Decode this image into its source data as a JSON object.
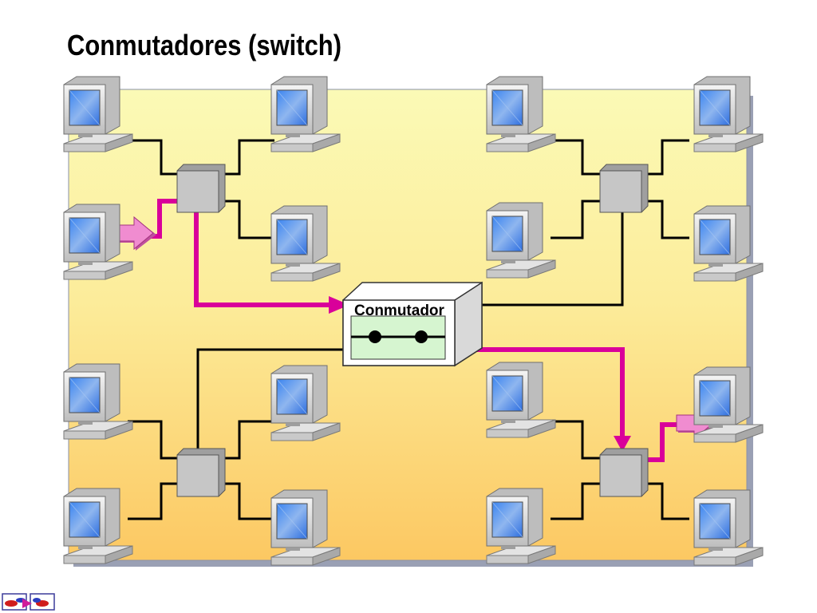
{
  "slide": {
    "title": "Conmutadores (switch)"
  },
  "diagram": {
    "central_switch_label": "Conmutador",
    "colors": {
      "background_top": "#fbfab6",
      "background_bottom": "#fcc862",
      "frame": "#9aa0b4",
      "cable": "#000000",
      "data_path": "#d9009a",
      "hub": "#c6c6c6",
      "screen": "#2c74e6"
    },
    "nodes": [
      {
        "id": "hub-top-left",
        "type": "hub"
      },
      {
        "id": "hub-top-right",
        "type": "hub"
      },
      {
        "id": "hub-bottom-left",
        "type": "hub"
      },
      {
        "id": "hub-bottom-right",
        "type": "hub"
      },
      {
        "id": "central-switch",
        "type": "switch"
      }
    ],
    "computers_per_hub": 4,
    "data_flow": [
      "computer-left-upper",
      "hub-top-left",
      "central-switch",
      "hub-bottom-right",
      "computer-right-lower"
    ]
  },
  "footer": {
    "icon": "navigation-arrows-icon"
  }
}
